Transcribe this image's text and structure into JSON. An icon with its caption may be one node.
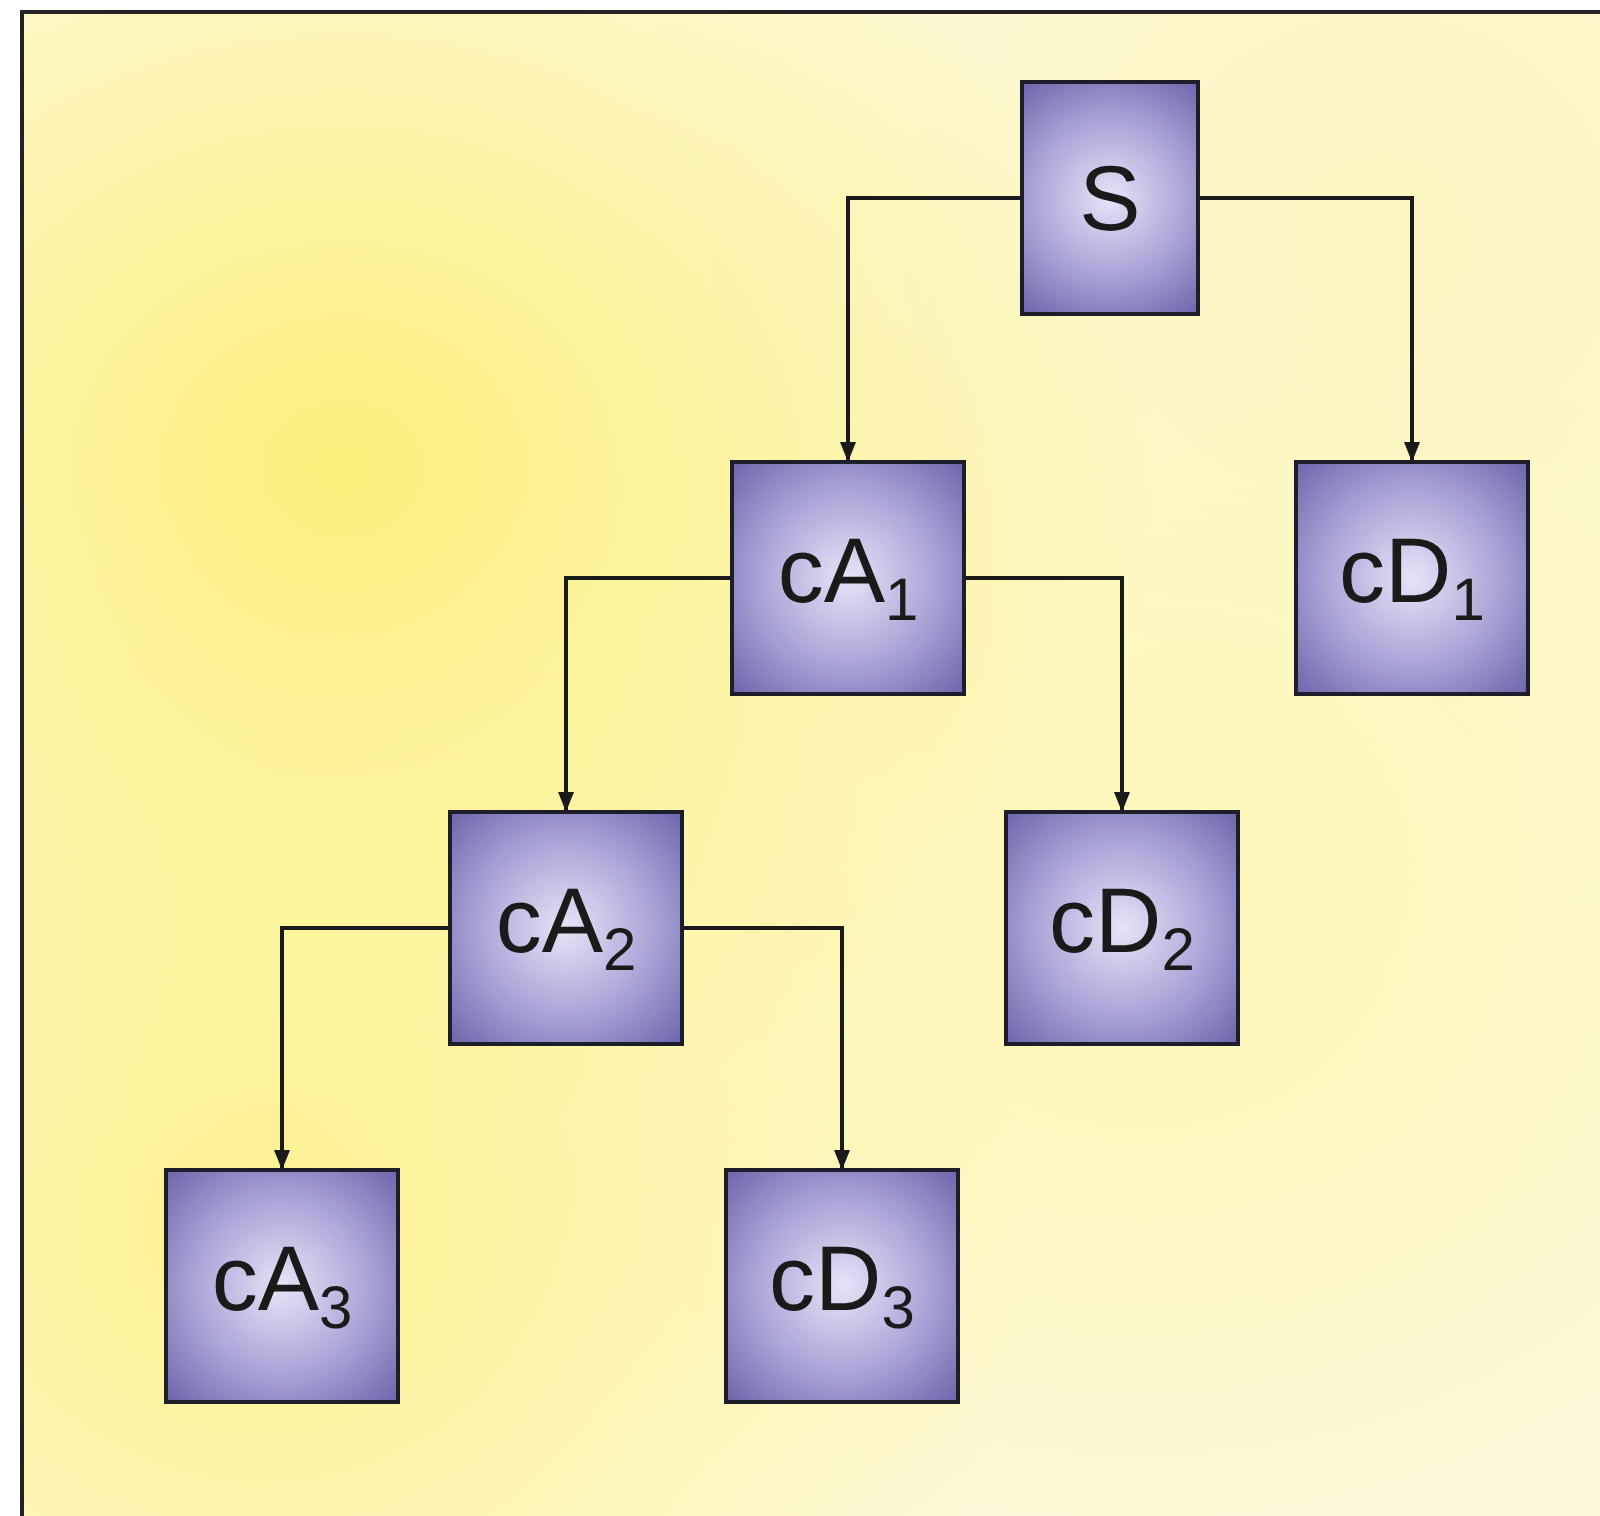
{
  "diagram": {
    "nodes": [
      {
        "text": [
          "S"
        ]
      },
      {
        "text": [
          "cA$_{1}$"
        ]
      },
      {
        "text": [
          "cD$_{1}$"
        ]
      },
      {
        "text": [
          "cA$_{2}$"
        ]
      },
      {
        "text": [
          "cD$_{2}$"
        ]
      },
      {
        "text": [
          "cA$_{3}$"
        ]
      },
      {
        "text": [
          "cD$_{3}$"
        ]
      }
    ],
    "edges": [
      {
        "from": 0,
        "to": 1,
        "arrow": "to"
      },
      {
        "from": 0,
        "to": 2,
        "arrow": "to"
      },
      {
        "from": 1,
        "to": 3,
        "arrow": "to"
      },
      {
        "from": 1,
        "to": 4,
        "arrow": "to"
      },
      {
        "from": 3,
        "to": 5,
        "arrow": "to"
      },
      {
        "from": 3,
        "to": 6,
        "arrow": "to"
      }
    ]
  }
}
